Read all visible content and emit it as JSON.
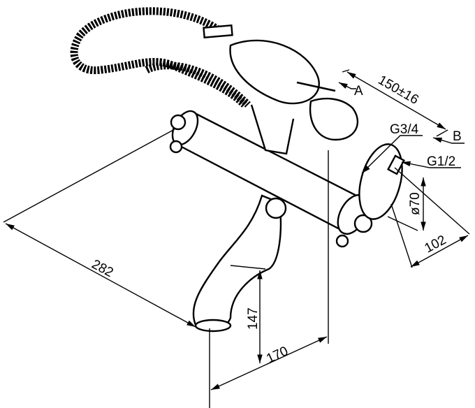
{
  "drawing": {
    "labels": {
      "ref_a": "A",
      "ref_b": "B",
      "thread_outlet": "G3/4",
      "thread_inlet": "G1/2"
    },
    "dimensions": {
      "connection_spacing": "150±16",
      "escutcheon_diameter": "ø70",
      "body_projection": "102",
      "spout_length": "282",
      "spout_height": "147",
      "spout_offset": "170"
    }
  }
}
